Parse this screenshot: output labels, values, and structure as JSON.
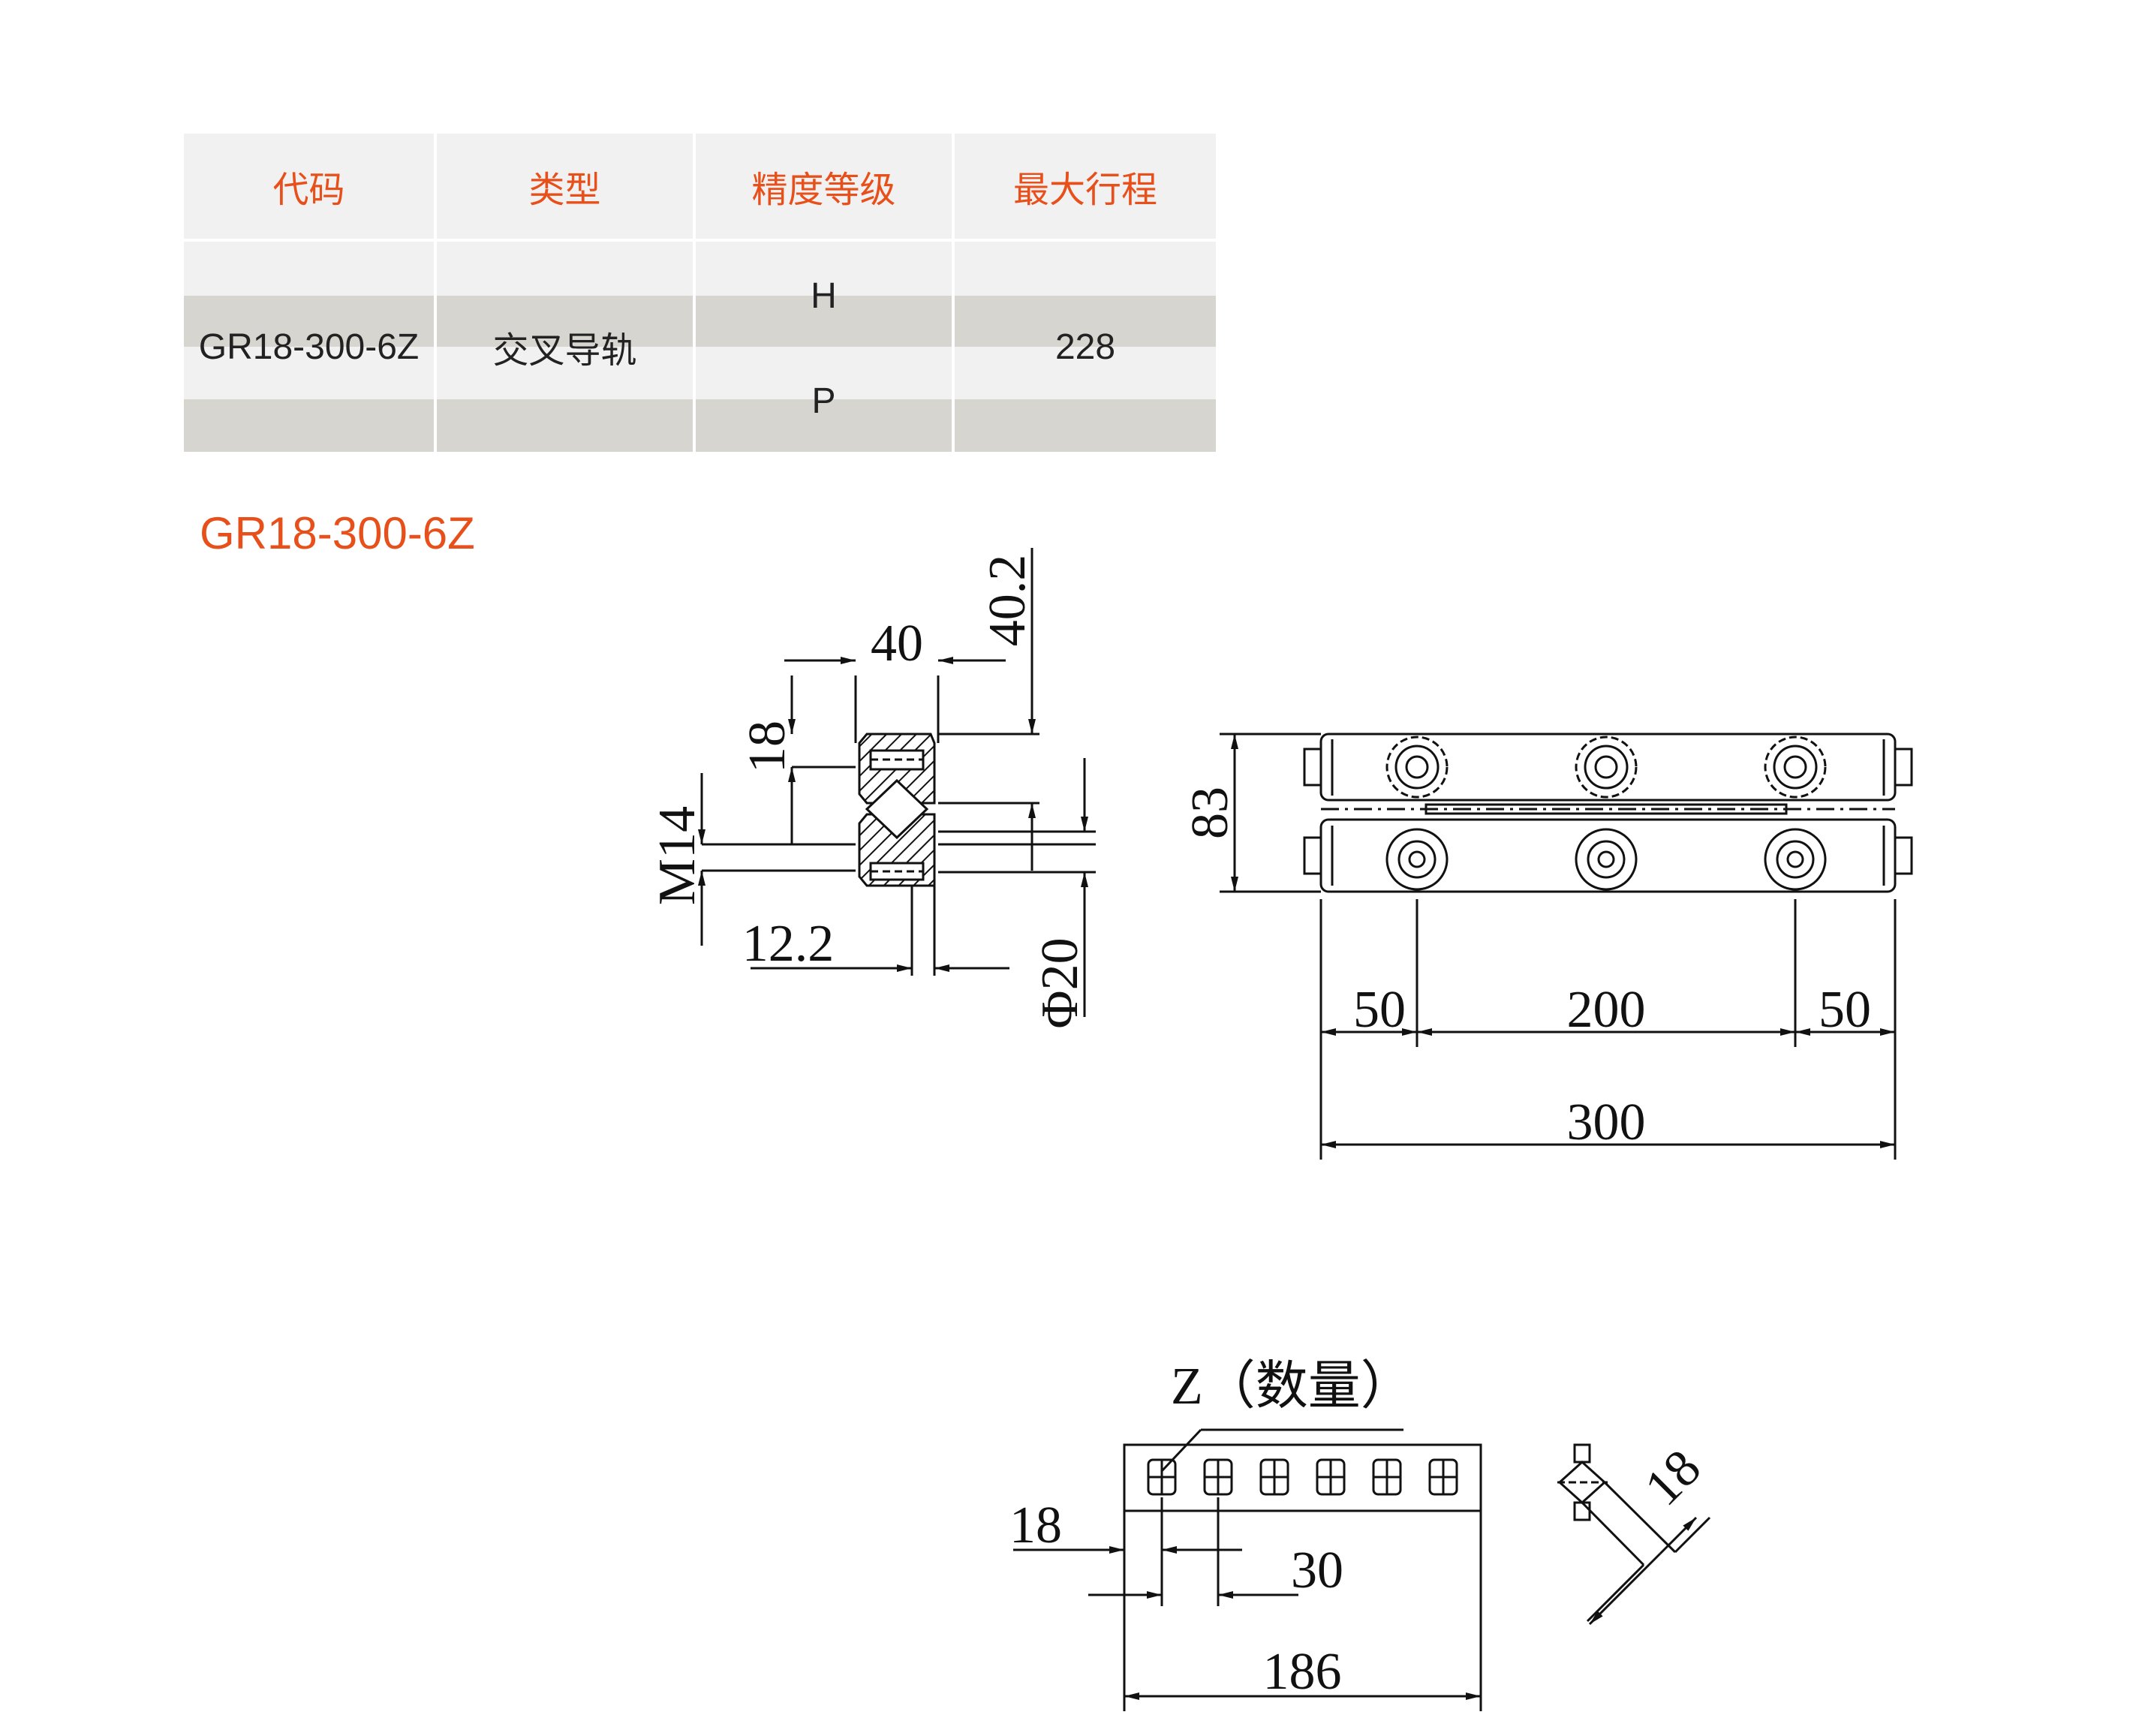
{
  "table": {
    "headers": [
      "代码",
      "类型",
      "精度等级",
      "最大行程"
    ],
    "row": {
      "code": "GR18-300-6Z",
      "type": "交叉导轨",
      "grades": [
        "H",
        "P"
      ],
      "max_stroke": "228"
    }
  },
  "model_heading": "GR18-300-6Z",
  "dimensions": {
    "section_width": "40",
    "section_height": "40.2",
    "hole_offset": "18",
    "thread": "M14",
    "roller_offset": "12.2",
    "diameter": "Φ20",
    "assembly_height": "83",
    "end_left": "50",
    "pitch": "200",
    "end_right": "50",
    "length": "300",
    "cage_label": "Z（数量）",
    "cage_first": "18",
    "cage_pitch": "30",
    "cage_length": "186",
    "roller_size": "18"
  },
  "colors": {
    "accent": "#e8501b",
    "header_bg": "#f1f1f1",
    "row_alt_bg": "#d6d5d0",
    "line": "#111111"
  }
}
